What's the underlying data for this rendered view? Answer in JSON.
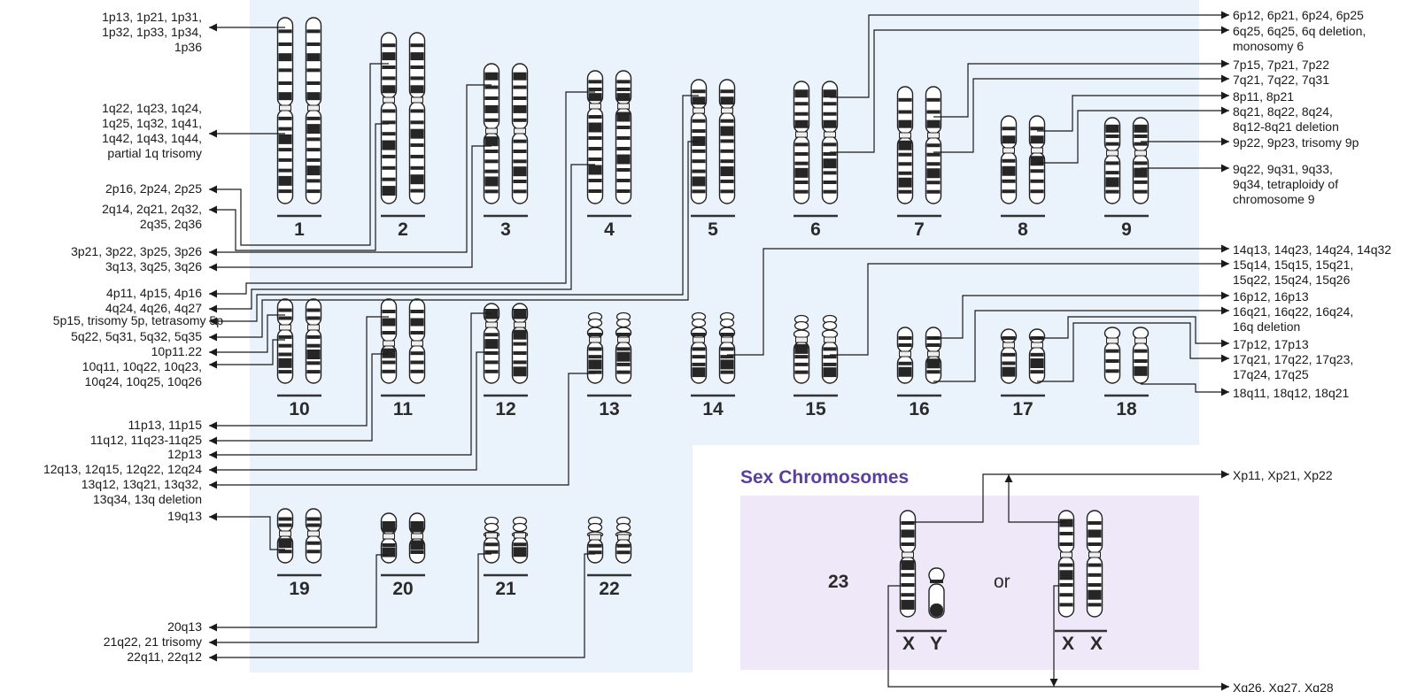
{
  "sex_section": {
    "title": "Sex Chromosomes",
    "number": "23",
    "or_text": "or",
    "set_a": [
      "X",
      "Y"
    ],
    "set_b": [
      "X",
      "X"
    ]
  },
  "chromosome_numbers": [
    "1",
    "2",
    "3",
    "4",
    "5",
    "6",
    "7",
    "8",
    "9",
    "10",
    "11",
    "12",
    "13",
    "14",
    "15",
    "16",
    "17",
    "18",
    "19",
    "20",
    "21",
    "22"
  ],
  "labels_left": [
    {
      "id": "c1p",
      "lines": [
        "1p13, 1p21, 1p31,",
        "1p32, 1p33, 1p34,",
        "1p36"
      ]
    },
    {
      "id": "c1q",
      "lines": [
        "1q22, 1q23, 1q24,",
        "1q25, 1q32, 1q41,",
        "1q42, 1q43, 1q44,",
        "partial 1q trisomy"
      ]
    },
    {
      "id": "c2p",
      "lines": [
        "2p16, 2p24, 2p25"
      ]
    },
    {
      "id": "c2q",
      "lines": [
        "2q14, 2q21, 2q32,",
        "2q35, 2q36"
      ]
    },
    {
      "id": "c3p",
      "lines": [
        "3p21, 3p22, 3p25, 3p26"
      ]
    },
    {
      "id": "c3q",
      "lines": [
        "3q13, 3q25, 3q26"
      ]
    },
    {
      "id": "c4p",
      "lines": [
        "4p11, 4p15, 4p16"
      ]
    },
    {
      "id": "c4q",
      "lines": [
        "4q24, 4q26, 4q27"
      ]
    },
    {
      "id": "c5p",
      "lines": [
        "5p15, trisomy 5p, tetrasomy 5p"
      ]
    },
    {
      "id": "c5q",
      "lines": [
        "5q22, 5q31, 5q32, 5q35"
      ]
    },
    {
      "id": "c10p",
      "lines": [
        "10p11.22"
      ]
    },
    {
      "id": "c10q",
      "lines": [
        "10q11, 10q22, 10q23,",
        "10q24, 10q25, 10q26"
      ]
    },
    {
      "id": "c11p",
      "lines": [
        "11p13, 11p15"
      ]
    },
    {
      "id": "c11q",
      "lines": [
        "11q12, 11q23-11q25"
      ]
    },
    {
      "id": "c12p",
      "lines": [
        "12p13"
      ]
    },
    {
      "id": "c12q",
      "lines": [
        "12q13, 12q15, 12q22, 12q24"
      ]
    },
    {
      "id": "c13q",
      "lines": [
        "13q12, 13q21, 13q32,",
        "13q34, 13q deletion"
      ]
    },
    {
      "id": "c19q",
      "lines": [
        "19q13"
      ]
    },
    {
      "id": "c20q",
      "lines": [
        "20q13"
      ]
    },
    {
      "id": "c21q",
      "lines": [
        "21q22, 21 trisomy"
      ]
    },
    {
      "id": "c22q",
      "lines": [
        "22q11, 22q12"
      ]
    }
  ],
  "labels_right": [
    {
      "id": "c6p",
      "lines": [
        "6p12, 6p21, 6p24, 6p25"
      ]
    },
    {
      "id": "c6q",
      "lines": [
        "6q25, 6q25, 6q deletion,",
        "monosomy 6"
      ]
    },
    {
      "id": "c7p",
      "lines": [
        "7p15, 7p21, 7p22"
      ]
    },
    {
      "id": "c7q",
      "lines": [
        "7q21, 7q22, 7q31"
      ]
    },
    {
      "id": "c8p",
      "lines": [
        "8p11, 8p21"
      ]
    },
    {
      "id": "c8q",
      "lines": [
        "8q21, 8q22, 8q24,",
        "8q12-8q21 deletion"
      ]
    },
    {
      "id": "c9p",
      "lines": [
        "9p22, 9p23, trisomy 9p"
      ]
    },
    {
      "id": "c9q",
      "lines": [
        "9q22, 9q31, 9q33,",
        "9q34, tetraploidy of",
        "chromosome 9"
      ]
    },
    {
      "id": "c14q",
      "lines": [
        "14q13, 14q23, 14q24, 14q32"
      ]
    },
    {
      "id": "c15q",
      "lines": [
        "15q14, 15q15, 15q21,",
        "15q22, 15q24, 15q26"
      ]
    },
    {
      "id": "c16p",
      "lines": [
        "16p12, 16p13"
      ]
    },
    {
      "id": "c16q",
      "lines": [
        "16q21, 16q22, 16q24,",
        "16q deletion"
      ]
    },
    {
      "id": "c17p",
      "lines": [
        "17p12, 17p13"
      ]
    },
    {
      "id": "c17q",
      "lines": [
        "17q21, 17q22, 17q23,",
        "17q24, 17q25"
      ]
    },
    {
      "id": "c18q",
      "lines": [
        "18q11, 18q12, 18q21"
      ]
    },
    {
      "id": "cXp",
      "lines": [
        "Xp11, Xp21, Xp22"
      ]
    },
    {
      "id": "cXq",
      "lines": [
        "Xq26, Xq27, Xq28"
      ]
    }
  ],
  "colors": {
    "autosome_panel": "#eaf2fc",
    "sex_panel": "#efe8f8",
    "title_purple": "#5b3f9e",
    "band_dark": "#262626",
    "chromosome_fill": "#ffffff",
    "centromere_fill": "#eeeeee",
    "line": "#1a1a1a"
  }
}
